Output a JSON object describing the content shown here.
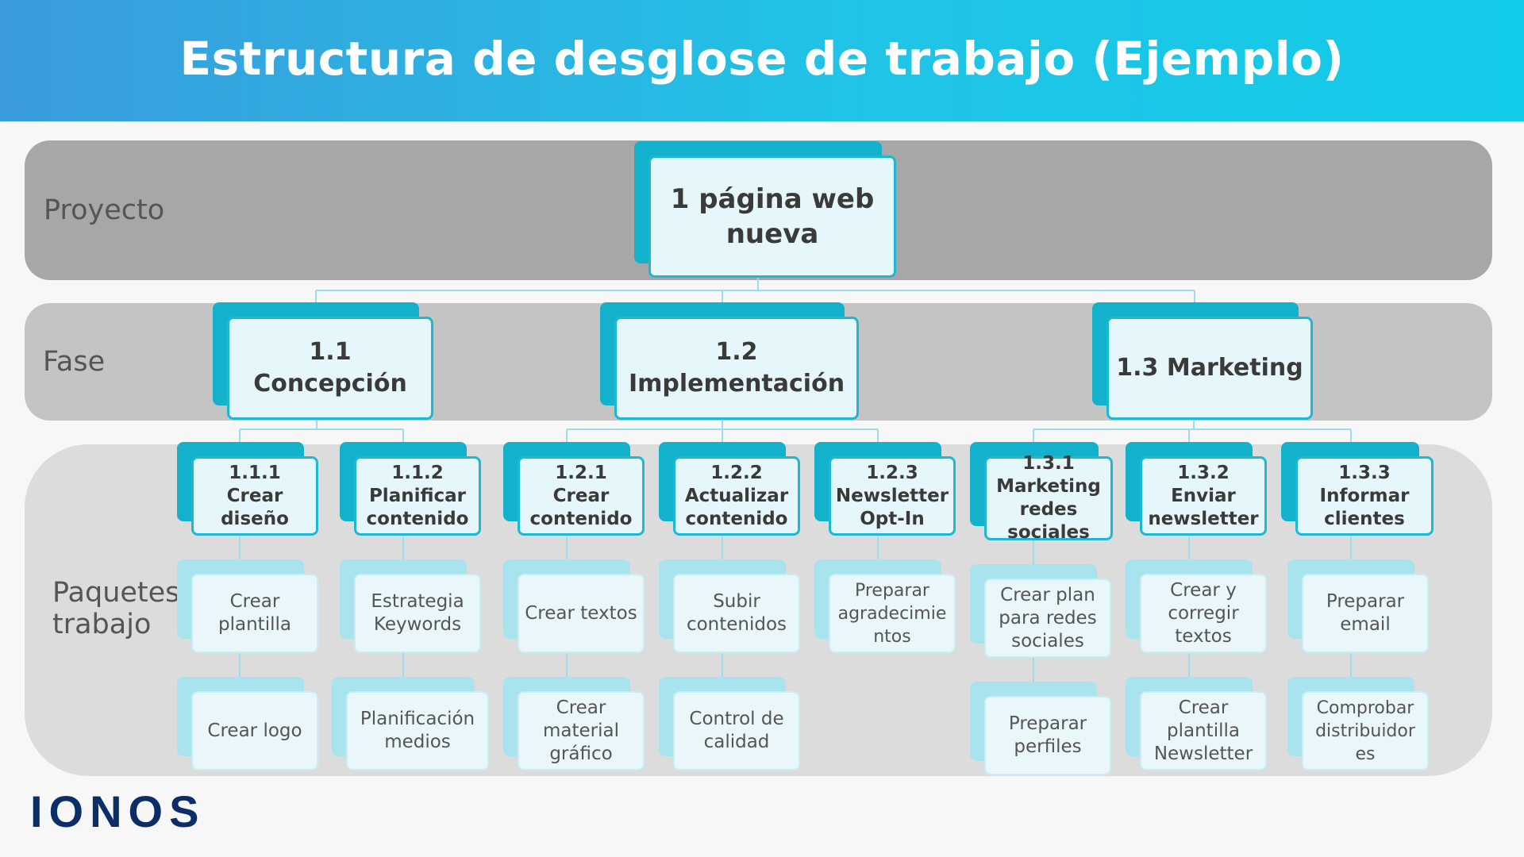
{
  "title": "Estructura de desglose de trabajo (Ejemplo)",
  "levels": {
    "project": "Proyecto",
    "phase": "Fase",
    "packages": "Paquetes\ntrabajo"
  },
  "project": "1 página web\nnueva",
  "phases": [
    "1.1\nConcepción",
    "1.2\nImplementación",
    "1.3 Marketing"
  ],
  "work_packages": [
    "1.1.1 Crear\ndiseño",
    "1.1.2\nPlanificar\ncontenido",
    "1.2.1 Crear\ncontenido",
    "1.2.2\nActualizar\ncontenido",
    "1.2.3\nNewsletter\nOpt-In",
    "1.3.1\nMarketing\nredes\nsociales",
    "1.3.2 Enviar\nnewsletter",
    "1.3.3\nInformar\nclientes"
  ],
  "tasks": [
    "Crear\nplantilla",
    "Crear logo",
    "Estrategia\nKeywords",
    "Planificación\nmedios",
    "Crear textos",
    "Crear\nmaterial\ngráfico",
    "Subir\ncontenidos",
    "Control de\ncalidad",
    "Preparar\nagradecimie\nntos",
    "Crear plan\npara redes\nsociales",
    "Preparar\nperfiles",
    "Crear y\ncorregir\ntextos",
    "Crear\nplantilla\nNewsletter",
    "Preparar\nemail",
    "Comprobar\ndistribuidor\nes"
  ],
  "logo": "IONOS",
  "colors": {
    "header_start": "#3a9bdc",
    "header_end": "#12cbe8",
    "accent": "#14b1cc",
    "light_accent": "#a8e3ee",
    "connector": "#9ddcec",
    "logo": "#0b2e69"
  }
}
